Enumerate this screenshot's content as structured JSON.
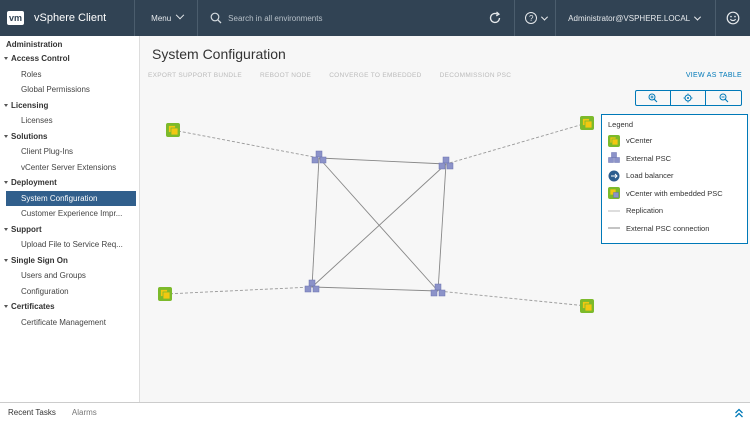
{
  "header": {
    "logo": "vm",
    "app_title": "vSphere Client",
    "menu_label": "Menu",
    "search_placeholder": "Search in all environments",
    "user_label": "Administrator@VSPHERE.LOCAL"
  },
  "sidebar": {
    "heading": "Administration",
    "groups": [
      {
        "label": "Access Control",
        "items": [
          "Roles",
          "Global Permissions"
        ]
      },
      {
        "label": "Licensing",
        "items": [
          "Licenses"
        ]
      },
      {
        "label": "Solutions",
        "items": [
          "Client Plug-Ins",
          "vCenter Server Extensions"
        ]
      },
      {
        "label": "Deployment",
        "items": [
          "System Configuration",
          "Customer Experience Impr..."
        ]
      },
      {
        "label": "Support",
        "items": [
          "Upload File to Service Req..."
        ]
      },
      {
        "label": "Single Sign On",
        "items": [
          "Users and Groups",
          "Configuration"
        ]
      },
      {
        "label": "Certificates",
        "items": [
          "Certificate Management"
        ]
      }
    ],
    "active_item": "System Configuration"
  },
  "main": {
    "title": "System Configuration",
    "actions": [
      "EXPORT SUPPORT BUNDLE",
      "REBOOT NODE",
      "CONVERGE TO EMBEDDED",
      "DECOMMISSION PSC"
    ],
    "view_as_table": "VIEW AS TABLE",
    "zoom_buttons": [
      "zoom-in-icon",
      "fit-icon",
      "zoom-out-icon"
    ]
  },
  "legend": {
    "title": "Legend",
    "rows": [
      {
        "label": "vCenter",
        "icon": "vcenter-icon"
      },
      {
        "label": "External PSC",
        "icon": "external-psc-icon"
      },
      {
        "label": "Load balancer",
        "icon": "load-balancer-icon"
      },
      {
        "label": "vCenter with embedded PSC",
        "icon": "vcenter-embedded-icon"
      },
      {
        "label": "Replication",
        "icon": "replication-line"
      },
      {
        "label": "External PSC connection",
        "icon": "psc-connection-line"
      }
    ]
  },
  "bottom": {
    "tabs": [
      "Recent Tasks",
      "Alarms"
    ]
  },
  "colors": {
    "header_bg": "#314354",
    "accent": "#0079b8",
    "active_item_bg": "#315f8c",
    "psc_node": "#8c93c9",
    "vcenter_green": "#7cba2b",
    "vcenter_yellow": "#f2c811"
  }
}
